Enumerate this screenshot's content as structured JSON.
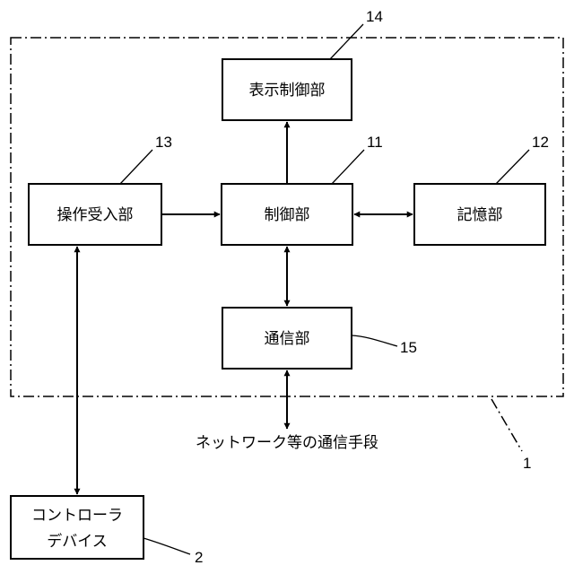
{
  "blocks": {
    "display_control": "表示制御部",
    "operation_receiver": "操作受入部",
    "control": "制御部",
    "storage": "記憶部",
    "communication": "通信部",
    "controller_line1": "コントローラ",
    "controller_line2": "デバイス"
  },
  "network_label": "ネットワーク等の通信手段",
  "refs": {
    "device": "1",
    "controller": "2",
    "control": "11",
    "storage": "12",
    "operation_receiver": "13",
    "display_control": "14",
    "communication": "15"
  }
}
